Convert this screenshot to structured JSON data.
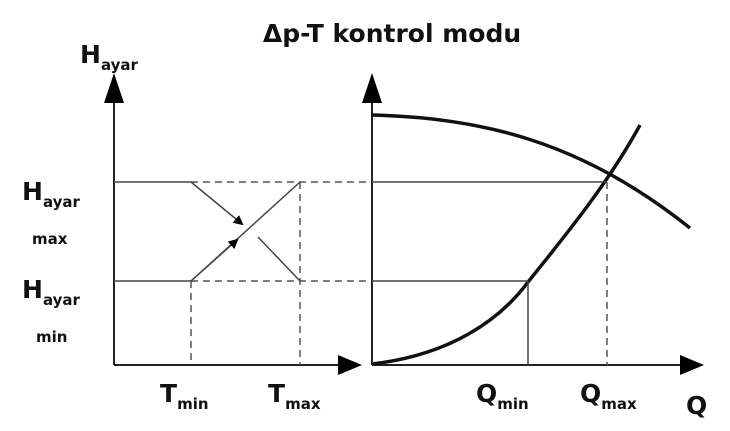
{
  "title": "Δp-T kontrol modu",
  "left_chart": {
    "y_axis_label": "H",
    "y_axis_label_sub": "ayar",
    "h_max_label": "H",
    "h_max_sub": "ayar",
    "h_max_suffix": "max",
    "h_min_label": "H",
    "h_min_sub": "ayar",
    "h_min_suffix": "min",
    "t_min_label": "T",
    "t_min_sub": "min",
    "t_max_label": "T",
    "t_max_sub": "max"
  },
  "right_chart": {
    "x_axis_label": "Q",
    "q_min_label": "Q",
    "q_min_sub": "min",
    "q_max_label": "Q",
    "q_max_sub": "max"
  }
}
